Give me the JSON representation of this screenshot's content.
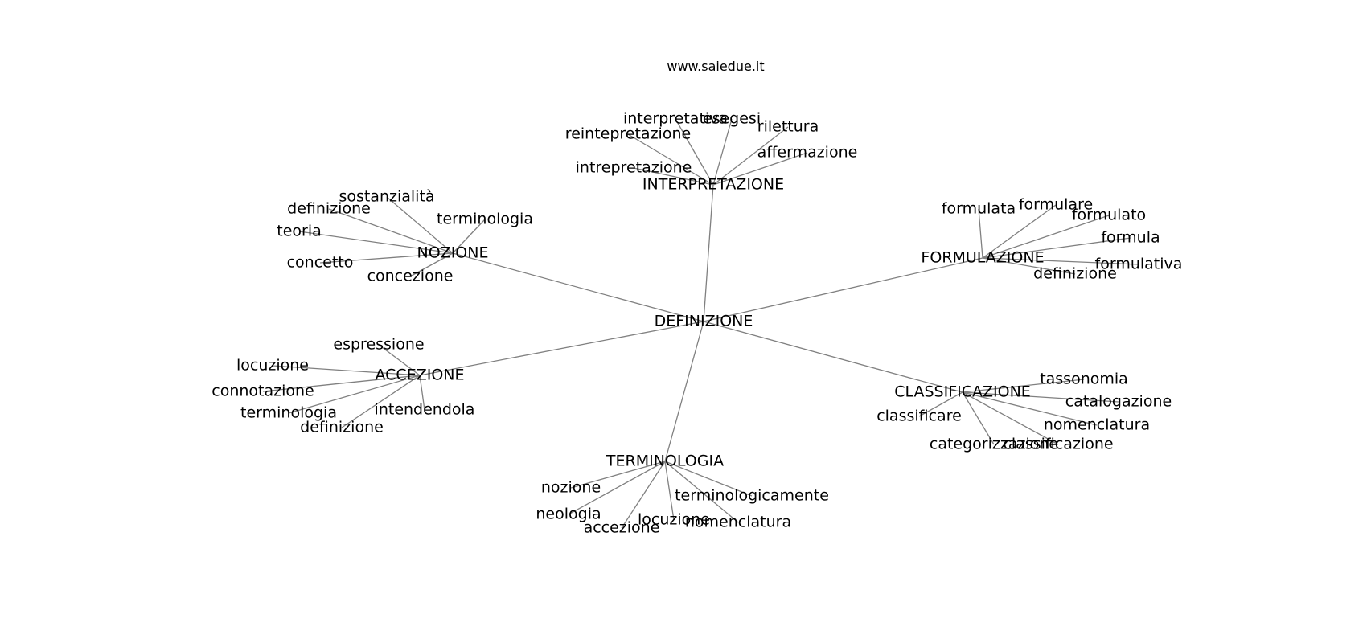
{
  "title": "www.saiedue.it",
  "colors": {
    "edge": "#808080",
    "text": "#000000",
    "background": "#ffffff"
  },
  "graph": {
    "center": "DEFINIZIONE",
    "hubs": [
      {
        "id": "INTERPRETAZIONE",
        "label": "INTERPRETAZIONE",
        "leaves": [
          "interpretativa",
          "esegesi",
          "reintepretazione",
          "rilettura",
          "affermazione",
          "intrepretazione"
        ]
      },
      {
        "id": "NOZIONE",
        "label": "NOZIONE",
        "leaves": [
          "sostanzialità",
          "definizione",
          "terminologia",
          "teoria",
          "concetto",
          "concezione"
        ]
      },
      {
        "id": "FORMULAZIONE",
        "label": "FORMULAZIONE",
        "leaves": [
          "formulata",
          "formulare",
          "formulato",
          "formula",
          "formulativa",
          "definizione"
        ]
      },
      {
        "id": "ACCEZIONE",
        "label": "ACCEZIONE",
        "leaves": [
          "espressione",
          "locuzione",
          "connotazione",
          "terminologia",
          "intendendola",
          "definizione"
        ]
      },
      {
        "id": "CLASSIFICAZIONE",
        "label": "CLASSIFICAZIONE",
        "leaves": [
          "tassonomia",
          "catalogazione",
          "classificare",
          "nomenclatura",
          "categorizzazione",
          "classificazione"
        ]
      },
      {
        "id": "TERMINOLOGIA",
        "label": "TERMINOLOGIA",
        "leaves": [
          "nozione",
          "terminologicamente",
          "neologia",
          "locuzione",
          "nomenclatura",
          "accezione"
        ]
      }
    ]
  }
}
